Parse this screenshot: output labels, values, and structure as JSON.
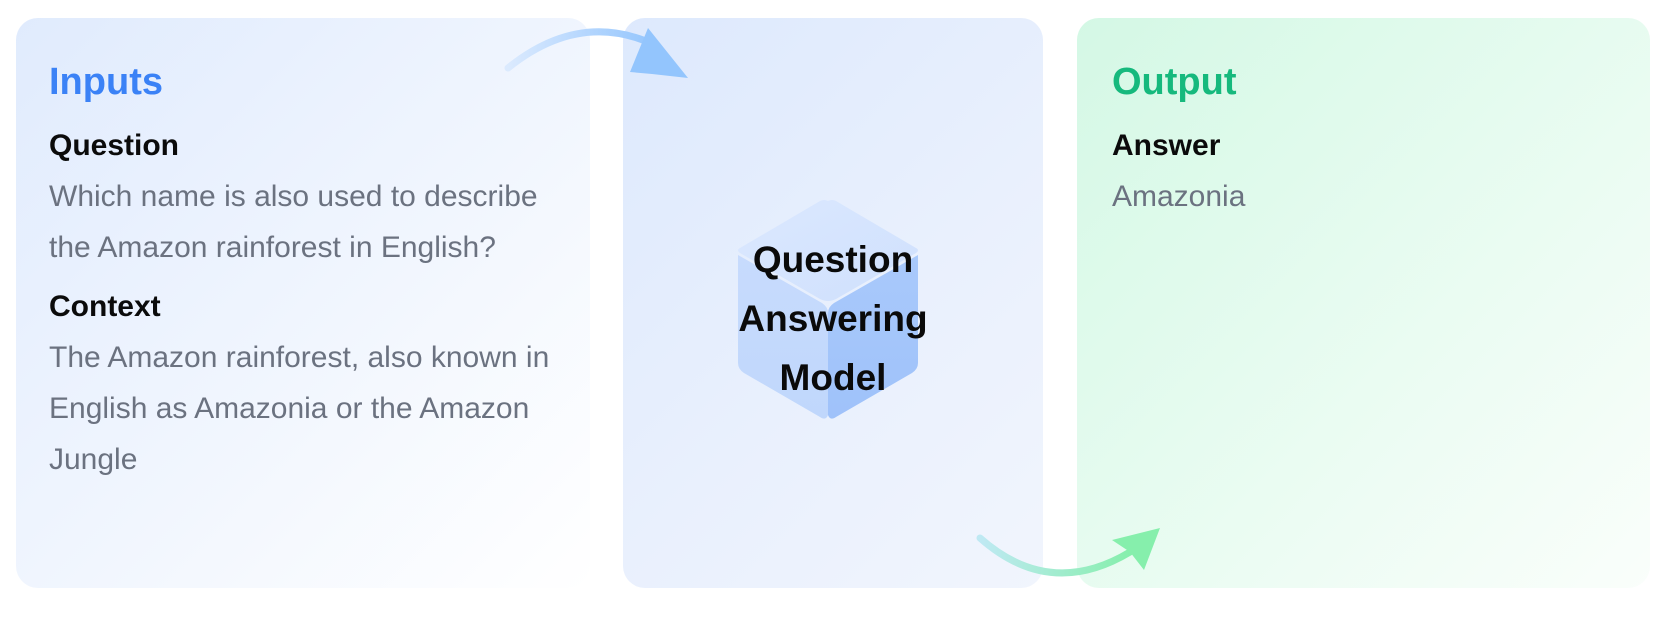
{
  "inputs": {
    "heading": "Inputs",
    "question_label": "Question",
    "question_text": "Which name is also used to describe the Amazon rainforest in English?",
    "context_label": "Context",
    "context_text": "The Amazon rainforest, also known in English as Amazonia or the Amazon Jungle"
  },
  "model": {
    "line1": "Question",
    "line2": "Answering",
    "line3": "Model",
    "icon": "cube-icon"
  },
  "output": {
    "heading": "Output",
    "answer_label": "Answer",
    "answer_text": "Amazonia"
  },
  "colors": {
    "inputs_accent": "#3b82f6",
    "output_accent": "#16b97d",
    "text_muted": "#6b7280",
    "arrow_in": "#93c5fd",
    "arrow_out": "#86efac"
  }
}
